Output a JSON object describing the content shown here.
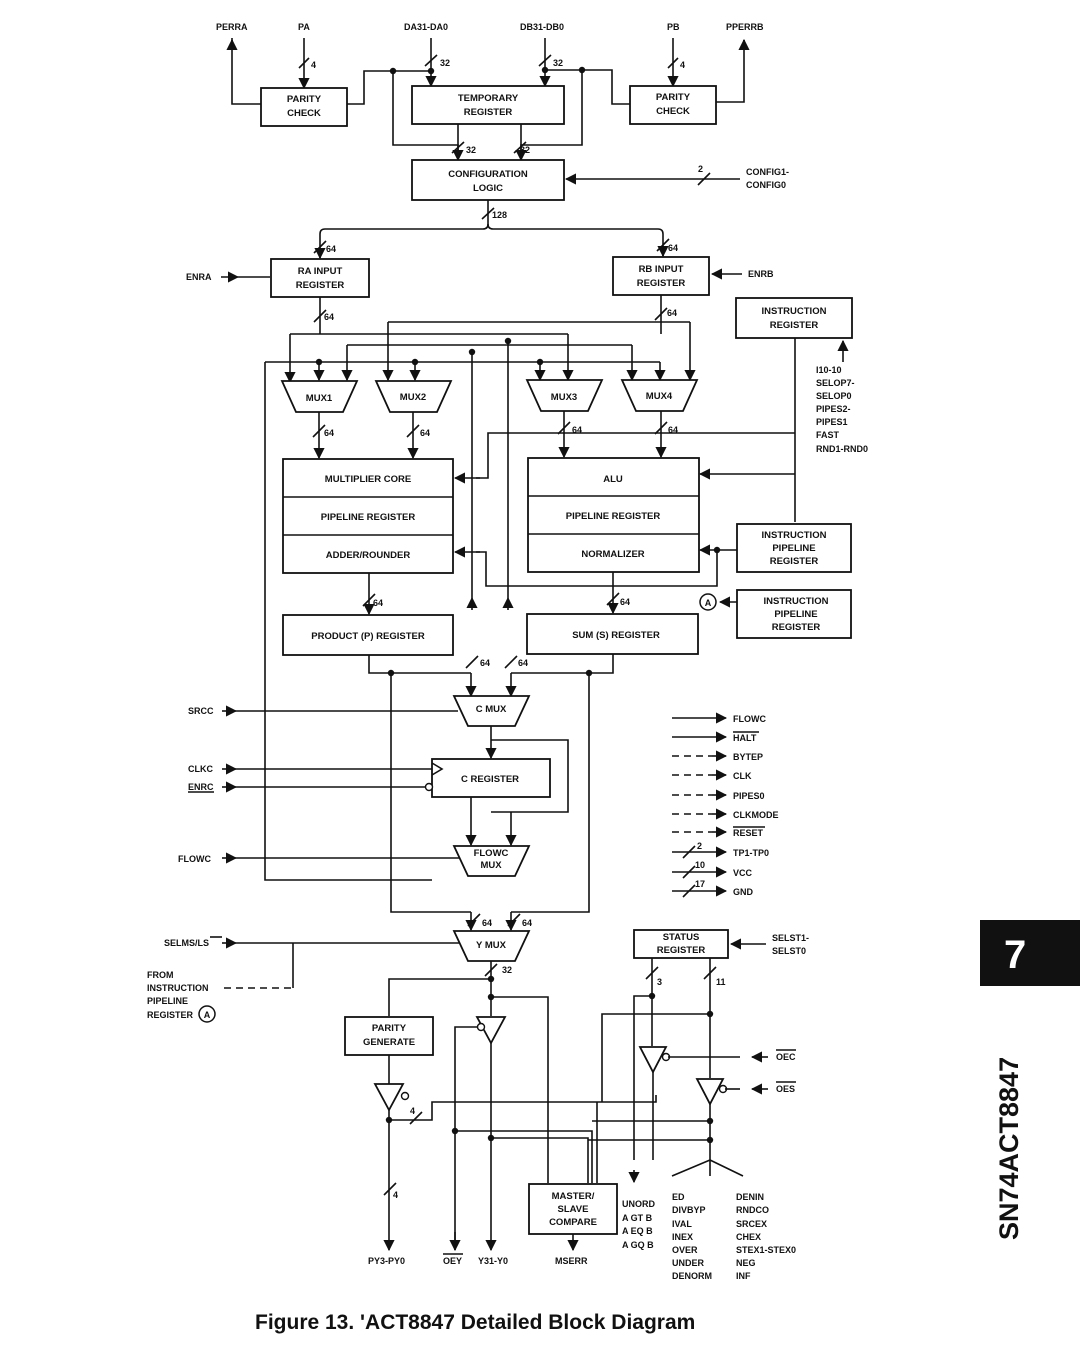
{
  "caption": "Figure 13.  'ACT8847 Detailed Block Diagram",
  "side_tab": {
    "number": "7",
    "part": "SN74ACT8847"
  },
  "blocks": {
    "parity_check_a": [
      "PARITY",
      "CHECK"
    ],
    "temporary_register": [
      "TEMPORARY",
      "REGISTER"
    ],
    "parity_check_b": [
      "PARITY",
      "CHECK"
    ],
    "configuration_logic": [
      "CONFIGURATION",
      "LOGIC"
    ],
    "ra_input_register": [
      "RA INPUT",
      "REGISTER"
    ],
    "rb_input_register": [
      "RB INPUT",
      "REGISTER"
    ],
    "instruction_register": [
      "INSTRUCTION",
      "REGISTER"
    ],
    "mux1": "MUX1",
    "mux2": "MUX2",
    "mux3": "MUX3",
    "mux4": "MUX4",
    "multiplier_core": "MULTIPLIER CORE",
    "mult_pipeline_register": "PIPELINE REGISTER",
    "adder_rounder": "ADDER/ROUNDER",
    "alu": "ALU",
    "alu_pipeline_register": "PIPELINE REGISTER",
    "normalizer": "NORMALIZER",
    "instruction_pipeline_register_1": [
      "INSTRUCTION",
      "PIPELINE",
      "REGISTER"
    ],
    "instruction_pipeline_register_2": [
      "INSTRUCTION",
      "PIPELINE",
      "REGISTER"
    ],
    "product_register": "PRODUCT (P) REGISTER",
    "sum_register": "SUM (S) REGISTER",
    "c_mux": "C MUX",
    "c_register": "C REGISTER",
    "flowc_mux": [
      "FLOWC",
      "MUX"
    ],
    "y_mux": "Y MUX",
    "status_register": [
      "STATUS",
      "REGISTER"
    ],
    "parity_generate": [
      "PARITY",
      "GENERATE"
    ],
    "master_slave_compare": [
      "MASTER/",
      "SLAVE",
      "COMPARE"
    ]
  },
  "signals": {
    "perra": "PERRA",
    "pa": "PA",
    "da": "DA31-DA0",
    "db": "DB31-DB0",
    "pb": "PB",
    "pperrb": "PPERRB",
    "config": [
      "CONFIG1-",
      "CONFIG0"
    ],
    "enra": "ENRA",
    "enrb": "ENRB",
    "instr_inputs": [
      "I10-10",
      "SELOP7-",
      "SELOP0",
      "PIPES2-",
      "PIPES1",
      "FAST",
      "RND1-RND0"
    ],
    "srcc": "SRCC",
    "clkc": "CLKC",
    "enrc": "ENRC",
    "flowc_left": "FLOWC",
    "selms": "SELMS/LS",
    "from_instr": [
      "FROM",
      "INSTRUCTION",
      "PIPELINE",
      "REGISTER"
    ],
    "connector": "A",
    "selst": [
      "SELST1-",
      "SELST0"
    ],
    "control_list": [
      "FLOWC",
      "HALT",
      "BYTEP",
      "CLK",
      "PIPES0",
      "CLKMODE",
      "RESET",
      "TP1-TP0",
      "VCC",
      "GND"
    ],
    "control_widths": [
      "2",
      "10",
      "17"
    ],
    "oec": "OEC",
    "oes": "OES",
    "py": "PY3-PY0",
    "oey": "OEY",
    "y": "Y31-Y0",
    "mserr": "MSERR",
    "compare_flags": [
      "UNORD",
      "A GT B",
      "A EQ B",
      "A GQ B"
    ],
    "status_col1": [
      "ED",
      "DIVBYP",
      "IVAL",
      "INEX",
      "OVER",
      "UNDER",
      "DENORM"
    ],
    "status_col2": [
      "DENIN",
      "RNDCO",
      "SRCEX",
      "CHEX",
      "STEX1-STEX0",
      "NEG",
      "INF"
    ]
  },
  "bus_widths": {
    "pa": "4",
    "da": "32",
    "db": "32",
    "pb": "4",
    "temp_out_a": "32",
    "temp_out_b": "32",
    "config": "2",
    "config_out": "128",
    "ra_in": "64",
    "rb_in": "64",
    "ra_out": "64",
    "rb_out": "64",
    "mux1": "64",
    "mux2": "64",
    "mux3": "64",
    "mux4": "64",
    "product_in": "64",
    "sum_in": "64",
    "cmux_a": "64",
    "cmux_b": "64",
    "ymux_a": "64",
    "ymux_b": "64",
    "ymux_out": "32",
    "status_a": "3",
    "status_b": "11",
    "parity": "4",
    "py": "4"
  }
}
